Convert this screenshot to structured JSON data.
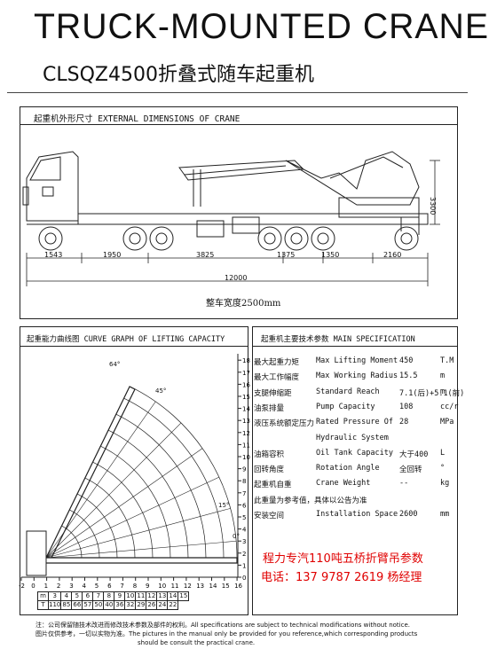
{
  "header": {
    "title": "TRUCK-MOUNTED CRANE",
    "subtitle": "CLSQZ4500折叠式随车起重机"
  },
  "dimensions_section": {
    "heading": "起重机外形尺寸 EXTERNAL DIMENSIONS OF CRANE",
    "segments": [
      "1543",
      "1950",
      "3825",
      "1375",
      "1350",
      "2160"
    ],
    "total_length": "12000",
    "height": "3300",
    "width_note": "整车宽度2500mm"
  },
  "curve_section": {
    "heading": "起重能力曲线图 CURVE GRAPH OF LIFTING CAPACITY",
    "angle_labels": [
      "64°",
      "45°",
      "15°",
      "0°"
    ],
    "y_ticks": [
      "0",
      "1",
      "2",
      "3",
      "4",
      "5",
      "6",
      "7",
      "8",
      "9",
      "10",
      "11",
      "12",
      "13",
      "14",
      "15",
      "16",
      "17",
      "18"
    ],
    "x_ticks": [
      "-2",
      "0",
      "1",
      "2",
      "3",
      "4",
      "5",
      "6",
      "7",
      "8",
      "9",
      "10",
      "11",
      "12",
      "13",
      "14",
      "15",
      "16"
    ],
    "load_table": {
      "header_m": "m",
      "header_t": "T",
      "m_values": [
        "3",
        "4",
        "5",
        "6",
        "7",
        "8",
        "9",
        "10",
        "11",
        "12",
        "13",
        "14",
        "15"
      ],
      "t_values": [
        "110",
        "85",
        "66",
        "57",
        "50",
        "40",
        "36",
        "32",
        "29",
        "26",
        "24",
        "22"
      ]
    }
  },
  "spec_section": {
    "heading": "起重机主要技术参数 MAIN SPECIFICATION",
    "rows": [
      {
        "cn": "最大起重力矩",
        "en": "Max Lifting Moment",
        "val": "450",
        "unit": "T.M"
      },
      {
        "cn": "最大工作幅度",
        "en": "Max Working Radius",
        "val": "15.5",
        "unit": "m"
      },
      {
        "cn": "支腿伸缩距",
        "en": "Standard Reach",
        "val": "7.1(后)+5.1(前)",
        "unit": "m"
      },
      {
        "cn": "油泵排量",
        "en": "Pump Capacity",
        "val": "108",
        "unit": "cc/r"
      },
      {
        "cn": "液压系统额定压力",
        "en": "Rated Pressure Of",
        "val": "28",
        "unit": "MPa"
      },
      {
        "cn": "",
        "en": "Hydraulic System",
        "val": "",
        "unit": ""
      },
      {
        "cn": "油箱容积",
        "en": "Oil Tank Capacity",
        "val": "大于400",
        "unit": "L"
      },
      {
        "cn": "回转角度",
        "en": "Rotation Angle",
        "val": "全回转",
        "unit": "°"
      },
      {
        "cn": "起重机自重",
        "en": "Crane Weight",
        "val": "--",
        "unit": "kg"
      },
      {
        "cn": "此重量为参考值，具体以公告为准",
        "en": "",
        "val": "",
        "unit": ""
      },
      {
        "cn": "安装空间",
        "en": "Installation Space",
        "val": "2600",
        "unit": "mm"
      }
    ],
    "promo_line1": "程力专汽110吨五桥折臂吊参数",
    "promo_line2": "电话：137 9787 2619   杨经理"
  },
  "footer": {
    "note_line1": "注：公司保留随技术改进而修改技术参数及部件的权利。All specifications are subject to technical modifications without notice.",
    "note_line2": "图片仅供参考，一切以实物为准。The pictures in the manual only be provided for you reference,which corresponding products",
    "note_line3": "should be consult the practical crane."
  },
  "colors": {
    "promo": "#e00000",
    "line": "#222222"
  }
}
